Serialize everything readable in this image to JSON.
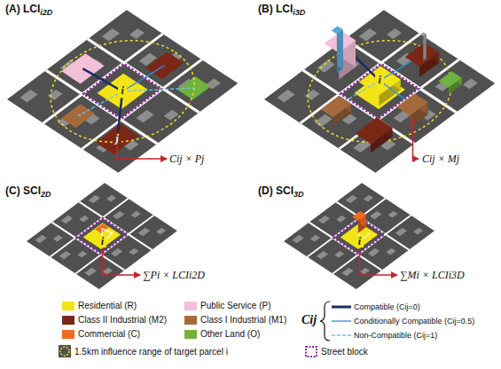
{
  "diagram": {
    "nodes": [
      {
        "text": [
          "i"
        ]
      },
      {
        "text": [
          "j"
        ]
      },
      {
        "text": [
          "Cij × Pj"
        ]
      },
      {
        "text": [
          "i"
        ]
      },
      {
        "text": [
          "Cij × Mj"
        ]
      },
      {
        "text": [
          "i"
        ]
      },
      {
        "text": [
          "∑Pi × LCIi2D"
        ]
      },
      {
        "text": [
          "i"
        ]
      },
      {
        "text": [
          "∑Mi × LCIi3D"
        ]
      }
    ],
    "edges": [
      {
        "from": 0,
        "to": 1,
        "arrow": "none"
      },
      {
        "from": 1,
        "to": 2,
        "arrow": "to"
      },
      {
        "from": 5,
        "to": 6,
        "arrow": "to"
      },
      {
        "from": 7,
        "to": 8,
        "arrow": "to"
      }
    ],
    "labels": [
      "(A) LCI",
      "i2D",
      "(B) LCI",
      "i3D",
      "(C) SCI",
      "2D",
      "(D) SCI",
      "3D",
      "Cij"
    ],
    "legend": [
      {
        "text": "Residential (R)",
        "color": "#f3e418"
      },
      {
        "text": "Public Service (P)",
        "color": "#f3bfd9"
      },
      {
        "text": "Compatible (Cij=0)"
      },
      {
        "text": "Class II Industrial (M2)",
        "color": "#7b2716"
      },
      {
        "text": "Class I Industrial (M1)",
        "color": "#a56a3c"
      },
      {
        "text": "Conditionally Compatible (Cij=0.5)"
      },
      {
        "text": "Commercial (C)",
        "color": "#f26a21"
      },
      {
        "text": "Other Land (O)",
        "color": "#6fb23e"
      },
      {
        "text": "Non-Compatible (Cij=1)"
      },
      {
        "text": "1.5km influence range of target parcel i"
      },
      {
        "text": "Street block"
      }
    ]
  }
}
